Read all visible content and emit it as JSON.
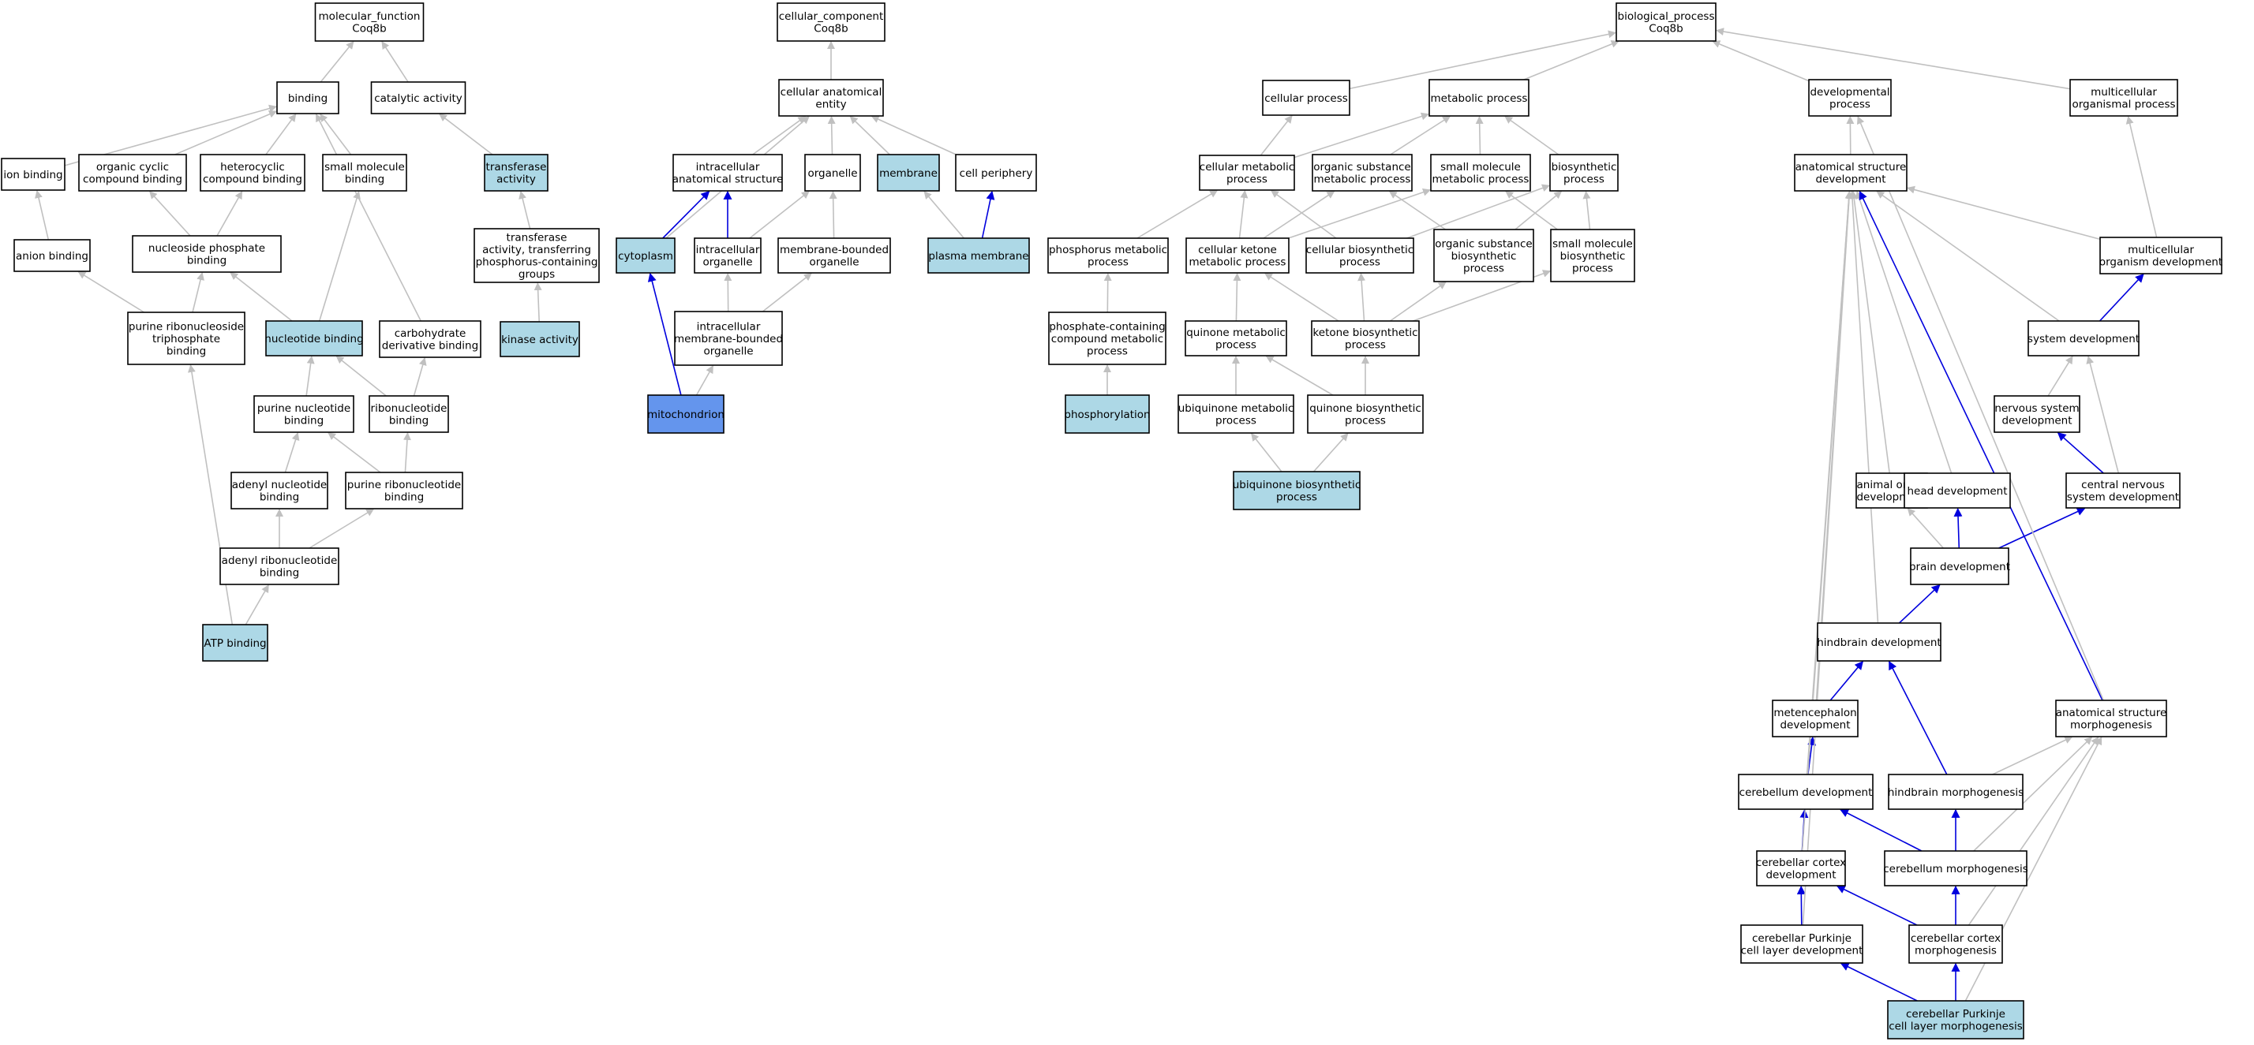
{
  "colors": {
    "default_fill": "#ffffff",
    "annotated_fill": "#add8e6",
    "focus_fill": "#6495ed",
    "edge_gray": "#c0c0c0",
    "edge_blue": "#0000dd"
  },
  "nodes": [
    {
      "id": "mf",
      "lines": [
        "molecular_function",
        "Coq8b"
      ],
      "fill": "default"
    },
    {
      "id": "binding",
      "lines": [
        "binding"
      ],
      "fill": "default"
    },
    {
      "id": "catalytic",
      "lines": [
        "catalytic activity"
      ],
      "fill": "default"
    },
    {
      "id": "ionbind",
      "lines": [
        "ion binding"
      ],
      "fill": "default"
    },
    {
      "id": "orgcyc",
      "lines": [
        "organic cyclic",
        "compound binding"
      ],
      "fill": "default"
    },
    {
      "id": "hetcyc",
      "lines": [
        "heterocyclic",
        "compound binding"
      ],
      "fill": "default"
    },
    {
      "id": "smallmol",
      "lines": [
        "small molecule",
        "binding"
      ],
      "fill": "default"
    },
    {
      "id": "transferase",
      "lines": [
        "transferase",
        "activity"
      ],
      "fill": "annotated"
    },
    {
      "id": "anion",
      "lines": [
        "anion binding"
      ],
      "fill": "default"
    },
    {
      "id": "nucphos",
      "lines": [
        "nucleoside phosphate",
        "binding"
      ],
      "fill": "default"
    },
    {
      "id": "transphos",
      "lines": [
        "transferase",
        "activity, transferring",
        "phosphorus-containing",
        "groups"
      ],
      "fill": "default"
    },
    {
      "id": "purtri",
      "lines": [
        "purine ribonucleoside",
        "triphosphate",
        "binding"
      ],
      "fill": "default"
    },
    {
      "id": "nucbind",
      "lines": [
        "nucleotide binding"
      ],
      "fill": "annotated"
    },
    {
      "id": "carbo",
      "lines": [
        "carbohydrate",
        "derivative binding"
      ],
      "fill": "default"
    },
    {
      "id": "kinase",
      "lines": [
        "kinase activity"
      ],
      "fill": "annotated"
    },
    {
      "id": "purnuc",
      "lines": [
        "purine nucleotide",
        "binding"
      ],
      "fill": "default"
    },
    {
      "id": "ribonuc",
      "lines": [
        "ribonucleotide",
        "binding"
      ],
      "fill": "default"
    },
    {
      "id": "adenuc",
      "lines": [
        "adenyl nucleotide",
        "binding"
      ],
      "fill": "default"
    },
    {
      "id": "purribo",
      "lines": [
        "purine ribonucleotide",
        "binding"
      ],
      "fill": "default"
    },
    {
      "id": "adenribo",
      "lines": [
        "adenyl ribonucleotide",
        "binding"
      ],
      "fill": "default"
    },
    {
      "id": "atp",
      "lines": [
        "ATP binding"
      ],
      "fill": "annotated"
    },
    {
      "id": "cc",
      "lines": [
        "cellular_component",
        "Coq8b"
      ],
      "fill": "default"
    },
    {
      "id": "cae",
      "lines": [
        "cellular anatomical",
        "entity"
      ],
      "fill": "default"
    },
    {
      "id": "ias",
      "lines": [
        "intracellular",
        "anatomical structure"
      ],
      "fill": "default"
    },
    {
      "id": "organelle",
      "lines": [
        "organelle"
      ],
      "fill": "default"
    },
    {
      "id": "membrane",
      "lines": [
        "membrane"
      ],
      "fill": "annotated"
    },
    {
      "id": "periph",
      "lines": [
        "cell periphery"
      ],
      "fill": "default"
    },
    {
      "id": "cytoplasm",
      "lines": [
        "cytoplasm"
      ],
      "fill": "annotated"
    },
    {
      "id": "intraorg",
      "lines": [
        "intracellular",
        "organelle"
      ],
      "fill": "default"
    },
    {
      "id": "membound",
      "lines": [
        "membrane-bounded",
        "organelle"
      ],
      "fill": "default"
    },
    {
      "id": "plasma",
      "lines": [
        "plasma membrane"
      ],
      "fill": "annotated"
    },
    {
      "id": "intramem",
      "lines": [
        "intracellular",
        "membrane-bounded",
        "organelle"
      ],
      "fill": "default"
    },
    {
      "id": "mito",
      "lines": [
        "mitochondrion"
      ],
      "fill": "focus"
    },
    {
      "id": "bp",
      "lines": [
        "biological_process",
        "Coq8b"
      ],
      "fill": "default"
    },
    {
      "id": "cellproc",
      "lines": [
        "cellular process"
      ],
      "fill": "default"
    },
    {
      "id": "metab",
      "lines": [
        "metabolic process"
      ],
      "fill": "default"
    },
    {
      "id": "devproc",
      "lines": [
        "developmental",
        "process"
      ],
      "fill": "default"
    },
    {
      "id": "multiproc",
      "lines": [
        "multicellular",
        "organismal process"
      ],
      "fill": "default"
    },
    {
      "id": "cellmet",
      "lines": [
        "cellular metabolic",
        "process"
      ],
      "fill": "default"
    },
    {
      "id": "orgsub",
      "lines": [
        "organic substance",
        "metabolic process"
      ],
      "fill": "default"
    },
    {
      "id": "smallmet",
      "lines": [
        "small molecule",
        "metabolic process"
      ],
      "fill": "default"
    },
    {
      "id": "biosyn",
      "lines": [
        "biosynthetic",
        "process"
      ],
      "fill": "default"
    },
    {
      "id": "asd",
      "lines": [
        "anatomical structure",
        "development"
      ],
      "fill": "default"
    },
    {
      "id": "phosmet",
      "lines": [
        "phosphorus metabolic",
        "process"
      ],
      "fill": "default"
    },
    {
      "id": "cellket",
      "lines": [
        "cellular ketone",
        "metabolic process"
      ],
      "fill": "default"
    },
    {
      "id": "cellbio",
      "lines": [
        "cellular biosynthetic",
        "process"
      ],
      "fill": "default"
    },
    {
      "id": "orgsubbio",
      "lines": [
        "organic substance",
        "biosynthetic",
        "process"
      ],
      "fill": "default"
    },
    {
      "id": "smallbio",
      "lines": [
        "small molecule",
        "biosynthetic",
        "process"
      ],
      "fill": "default"
    },
    {
      "id": "multidev",
      "lines": [
        "multicellular",
        "organism development"
      ],
      "fill": "default"
    },
    {
      "id": "phoscont",
      "lines": [
        "phosphate-containing",
        "compound metabolic",
        "process"
      ],
      "fill": "default"
    },
    {
      "id": "quinmet",
      "lines": [
        "quinone metabolic",
        "process"
      ],
      "fill": "default"
    },
    {
      "id": "ketbio",
      "lines": [
        "ketone biosynthetic",
        "process"
      ],
      "fill": "default"
    },
    {
      "id": "sysdev",
      "lines": [
        "system development"
      ],
      "fill": "default"
    },
    {
      "id": "phosph",
      "lines": [
        "phosphorylation"
      ],
      "fill": "annotated"
    },
    {
      "id": "ubimet",
      "lines": [
        "ubiquinone metabolic",
        "process"
      ],
      "fill": "default"
    },
    {
      "id": "quinbio",
      "lines": [
        "quinone biosynthetic",
        "process"
      ],
      "fill": "default"
    },
    {
      "id": "nsd",
      "lines": [
        "nervous system",
        "development"
      ],
      "fill": "default"
    },
    {
      "id": "ubibio",
      "lines": [
        "ubiquinone biosynthetic",
        "process"
      ],
      "fill": "annotated"
    },
    {
      "id": "aod",
      "lines": [
        "animal organ",
        "development"
      ],
      "fill": "default"
    },
    {
      "id": "headdev",
      "lines": [
        "head development"
      ],
      "fill": "default"
    },
    {
      "id": "cnsdev",
      "lines": [
        "central nervous",
        "system development"
      ],
      "fill": "default"
    },
    {
      "id": "braindev",
      "lines": [
        "brain development"
      ],
      "fill": "default"
    },
    {
      "id": "hinddev",
      "lines": [
        "hindbrain development"
      ],
      "fill": "default"
    },
    {
      "id": "metdev",
      "lines": [
        "metencephalon",
        "development"
      ],
      "fill": "default"
    },
    {
      "id": "asm",
      "lines": [
        "anatomical structure",
        "morphogenesis"
      ],
      "fill": "default"
    },
    {
      "id": "cbdev",
      "lines": [
        "cerebellum development"
      ],
      "fill": "default"
    },
    {
      "id": "hindmorph",
      "lines": [
        "hindbrain morphogenesis"
      ],
      "fill": "default"
    },
    {
      "id": "cbcdev",
      "lines": [
        "cerebellar cortex",
        "development"
      ],
      "fill": "default"
    },
    {
      "id": "cbmorph",
      "lines": [
        "cerebellum morphogenesis"
      ],
      "fill": "default"
    },
    {
      "id": "pcldev",
      "lines": [
        "cerebellar Purkinje",
        "cell layer development"
      ],
      "fill": "default"
    },
    {
      "id": "cbcmorph",
      "lines": [
        "cerebellar cortex",
        "morphogenesis"
      ],
      "fill": "default"
    },
    {
      "id": "pclmorph",
      "lines": [
        "cerebellar Purkinje",
        "cell layer morphogenesis"
      ],
      "fill": "annotated"
    }
  ],
  "edges": [
    [
      "binding",
      "mf",
      "gray"
    ],
    [
      "catalytic",
      "mf",
      "gray"
    ],
    [
      "ionbind",
      "binding",
      "gray"
    ],
    [
      "orgcyc",
      "binding",
      "gray"
    ],
    [
      "hetcyc",
      "binding",
      "gray"
    ],
    [
      "smallmol",
      "binding",
      "gray"
    ],
    [
      "carbo",
      "binding",
      "gray"
    ],
    [
      "transferase",
      "catalytic",
      "gray"
    ],
    [
      "anion",
      "ionbind",
      "gray"
    ],
    [
      "nucphos",
      "orgcyc",
      "gray"
    ],
    [
      "nucphos",
      "hetcyc",
      "gray"
    ],
    [
      "transphos",
      "transferase",
      "gray"
    ],
    [
      "purtri",
      "anion",
      "gray"
    ],
    [
      "purtri",
      "nucphos",
      "gray"
    ],
    [
      "nucbind",
      "nucphos",
      "gray"
    ],
    [
      "nucbind",
      "smallmol",
      "gray"
    ],
    [
      "kinase",
      "transphos",
      "gray"
    ],
    [
      "purnuc",
      "nucbind",
      "gray"
    ],
    [
      "ribonuc",
      "nucbind",
      "gray"
    ],
    [
      "ribonuc",
      "carbo",
      "gray"
    ],
    [
      "adenuc",
      "purnuc",
      "gray"
    ],
    [
      "purribo",
      "purnuc",
      "gray"
    ],
    [
      "purribo",
      "ribonuc",
      "gray"
    ],
    [
      "adenribo",
      "adenuc",
      "gray"
    ],
    [
      "adenribo",
      "purribo",
      "gray"
    ],
    [
      "atp",
      "adenribo",
      "gray"
    ],
    [
      "atp",
      "purtri",
      "gray"
    ],
    [
      "cae",
      "cc",
      "gray"
    ],
    [
      "ias",
      "cae",
      "gray"
    ],
    [
      "organelle",
      "cae",
      "gray"
    ],
    [
      "membrane",
      "cae",
      "gray"
    ],
    [
      "periph",
      "cae",
      "gray"
    ],
    [
      "cytoplasm",
      "cae",
      "gray"
    ],
    [
      "cytoplasm",
      "ias",
      "blue"
    ],
    [
      "intraorg",
      "ias",
      "blue"
    ],
    [
      "intraorg",
      "organelle",
      "gray"
    ],
    [
      "membound",
      "organelle",
      "gray"
    ],
    [
      "plasma",
      "membrane",
      "gray"
    ],
    [
      "plasma",
      "periph",
      "blue"
    ],
    [
      "intramem",
      "intraorg",
      "gray"
    ],
    [
      "intramem",
      "membound",
      "gray"
    ],
    [
      "mito",
      "intramem",
      "gray"
    ],
    [
      "mito",
      "cytoplasm",
      "blue"
    ],
    [
      "cellproc",
      "bp",
      "gray"
    ],
    [
      "metab",
      "bp",
      "gray"
    ],
    [
      "devproc",
      "bp",
      "gray"
    ],
    [
      "multiproc",
      "bp",
      "gray"
    ],
    [
      "cellmet",
      "cellproc",
      "gray"
    ],
    [
      "cellmet",
      "metab",
      "gray"
    ],
    [
      "orgsub",
      "metab",
      "gray"
    ],
    [
      "smallmet",
      "metab",
      "gray"
    ],
    [
      "biosyn",
      "metab",
      "gray"
    ],
    [
      "asd",
      "devproc",
      "gray"
    ],
    [
      "phosmet",
      "cellmet",
      "gray"
    ],
    [
      "cellket",
      "cellmet",
      "gray"
    ],
    [
      "cellket",
      "smallmet",
      "gray"
    ],
    [
      "cellbio",
      "cellmet",
      "gray"
    ],
    [
      "cellbio",
      "biosyn",
      "gray"
    ],
    [
      "orgsubbio",
      "orgsub",
      "gray"
    ],
    [
      "orgsubbio",
      "biosyn",
      "gray"
    ],
    [
      "smallbio",
      "smallmet",
      "gray"
    ],
    [
      "smallbio",
      "biosyn",
      "gray"
    ],
    [
      "cellket",
      "orgsub",
      "gray"
    ],
    [
      "multidev",
      "multiproc",
      "gray"
    ],
    [
      "multidev",
      "asd",
      "gray"
    ],
    [
      "phoscont",
      "phosmet",
      "gray"
    ],
    [
      "quinmet",
      "cellket",
      "gray"
    ],
    [
      "ketbio",
      "cellket",
      "gray"
    ],
    [
      "ketbio",
      "cellbio",
      "gray"
    ],
    [
      "ketbio",
      "orgsubbio",
      "gray"
    ],
    [
      "ketbio",
      "smallbio",
      "gray"
    ],
    [
      "sysdev",
      "asd",
      "gray"
    ],
    [
      "sysdev",
      "multidev",
      "blue"
    ],
    [
      "phosph",
      "phoscont",
      "gray"
    ],
    [
      "ubimet",
      "quinmet",
      "gray"
    ],
    [
      "quinbio",
      "quinmet",
      "gray"
    ],
    [
      "quinbio",
      "ketbio",
      "gray"
    ],
    [
      "nsd",
      "sysdev",
      "gray"
    ],
    [
      "ubibio",
      "ubimet",
      "gray"
    ],
    [
      "ubibio",
      "quinbio",
      "gray"
    ],
    [
      "aod",
      "asd",
      "gray"
    ],
    [
      "headdev",
      "asd",
      "gray"
    ],
    [
      "cnsdev",
      "nsd",
      "blue"
    ],
    [
      "cnsdev",
      "sysdev",
      "gray"
    ],
    [
      "braindev",
      "aod",
      "gray"
    ],
    [
      "braindev",
      "headdev",
      "blue"
    ],
    [
      "braindev",
      "cnsdev",
      "blue"
    ],
    [
      "hinddev",
      "braindev",
      "blue"
    ],
    [
      "hinddev",
      "asd",
      "gray"
    ],
    [
      "metdev",
      "hinddev",
      "blue"
    ],
    [
      "metdev",
      "asd",
      "gray"
    ],
    [
      "asm",
      "asd",
      "blue"
    ],
    [
      "asm",
      "devproc",
      "gray"
    ],
    [
      "cbdev",
      "metdev",
      "blue"
    ],
    [
      "cbdev",
      "asd",
      "gray"
    ],
    [
      "hindmorph",
      "hinddev",
      "blue"
    ],
    [
      "hindmorph",
      "asm",
      "gray"
    ],
    [
      "cbcdev",
      "cbdev",
      "blue"
    ],
    [
      "cbcdev",
      "asd",
      "gray"
    ],
    [
      "cbmorph",
      "cbdev",
      "blue"
    ],
    [
      "cbmorph",
      "hindmorph",
      "blue"
    ],
    [
      "cbmorph",
      "asm",
      "gray"
    ],
    [
      "pcldev",
      "cbcdev",
      "blue"
    ],
    [
      "pcldev",
      "asd",
      "gray"
    ],
    [
      "cbcmorph",
      "cbcdev",
      "blue"
    ],
    [
      "cbcmorph",
      "cbmorph",
      "blue"
    ],
    [
      "cbcmorph",
      "asm",
      "gray"
    ],
    [
      "pclmorph",
      "pcldev",
      "blue"
    ],
    [
      "pclmorph",
      "cbcmorph",
      "blue"
    ],
    [
      "pclmorph",
      "asm",
      "gray"
    ]
  ]
}
